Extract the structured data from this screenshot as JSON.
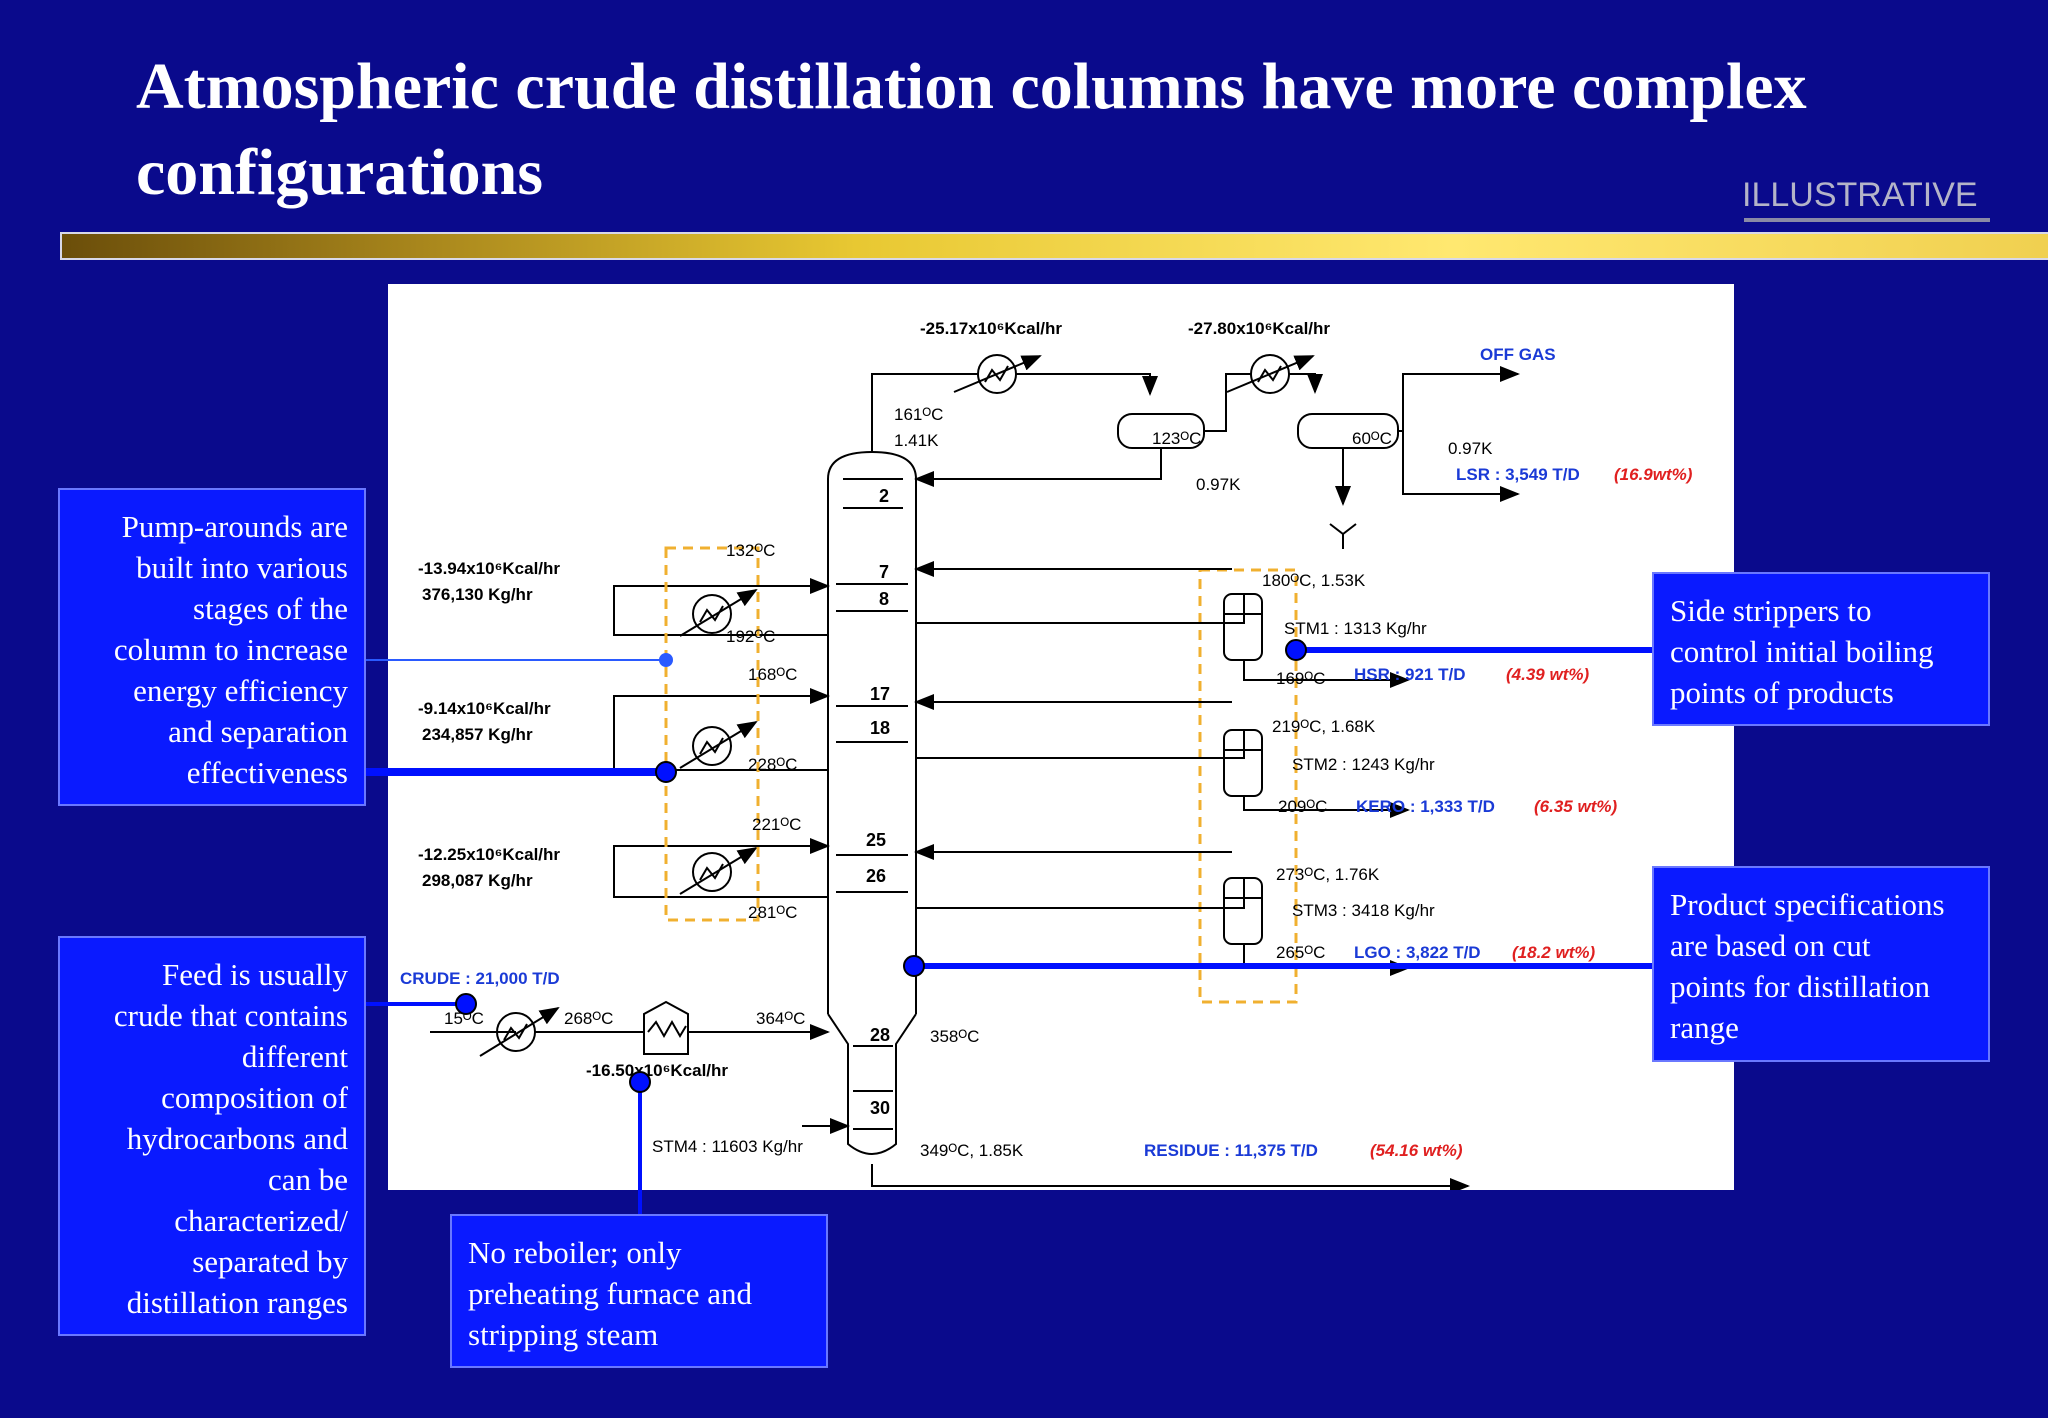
{
  "slide": {
    "title": "Atmospheric crude distillation columns have more complex configurations",
    "tag": "ILLUSTRATIVE"
  },
  "diagram": {
    "top_duty_1": "-25.17x10⁶Kcal/hr",
    "top_duty_2": "-27.80x10⁶Kcal/hr",
    "off_gas": "OFF GAS",
    "overhead_temp": "161ᴼC",
    "overhead_press": "1.41K",
    "drum1_temp": "123ᴼC",
    "drum1_press": "0.97K",
    "drum2_temp": "60ᴼC",
    "drum2_press": "0.97K",
    "lsr_label": "LSR : 3,549 T/D",
    "lsr_pct": "(16.9wt%)",
    "trays": [
      "2",
      "7",
      "8",
      "17",
      "18",
      "25",
      "26",
      "28",
      "30"
    ],
    "pa1": {
      "temp_in": "132ᴼC",
      "temp_out": "192ᴼC",
      "duty": "-13.94x10⁶Kcal/hr",
      "flow": "376,130 Kg/hr"
    },
    "pa2": {
      "temp_in": "168ᴼC",
      "temp_out": "228ᴼC",
      "duty": "-9.14x10⁶Kcal/hr",
      "flow": "234,857 Kg/hr"
    },
    "pa3": {
      "temp_in": "221ᴼC",
      "temp_out": "281ᴼC",
      "duty": "-12.25x10⁶Kcal/hr",
      "flow": "298,087 Kg/hr"
    },
    "ss1": {
      "cond": "180ᴼC, 1.53K",
      "steam": "STM1 : 1313 Kg/hr",
      "temp": "169ᴼC",
      "product": "HSR : 921 T/D",
      "pct": "(4.39 wt%)"
    },
    "ss2": {
      "cond": "219ᴼC, 1.68K",
      "steam": "STM2 : 1243 Kg/hr",
      "temp": "209ᴼC",
      "product": "KERO : 1,333 T/D",
      "pct": "(6.35 wt%)"
    },
    "ss3": {
      "cond": "273ᴼC, 1.76K",
      "steam": "STM3 : 3418 Kg/hr",
      "temp": "265ᴼC",
      "product": "LGO : 3,822 T/D",
      "pct": "(18.2 wt%)"
    },
    "crude": "CRUDE : 21,000 T/D",
    "feed_t1": "15ᴼC",
    "feed_t2": "268ᴼC",
    "feed_t3": "364ᴼC",
    "flash_temp": "358ᴼC",
    "furnace_duty": "-16.50x10⁶Kcal/hr",
    "stm4": "STM4 : 11603 Kg/hr",
    "bottom_cond": "349ᴼC, 1.85K",
    "residue": "RESIDUE : 11,375 T/D",
    "residue_pct": "(54.16 wt%)"
  },
  "callouts": {
    "pump_arounds": [
      "Pump-arounds are",
      "built into various",
      "stages of the",
      "column to increase",
      "energy efficiency",
      "and separation",
      "effectiveness"
    ],
    "feed": [
      "Feed is usually",
      "crude that contains",
      "different",
      "composition of",
      "hydrocarbons and",
      "can be",
      "characterized/",
      "separated by",
      "distillation ranges"
    ],
    "reboiler": [
      "No reboiler; only",
      "preheating furnace and",
      "stripping steam"
    ],
    "side_strippers": [
      "Side strippers to",
      "control initial boiling",
      "points of products"
    ],
    "product_specs": [
      "Product specifications",
      "are based on cut",
      "points for distillation",
      "range"
    ]
  },
  "colors": {
    "background": "#0a0a8c",
    "callout": "#0a1aff",
    "blue_text": "#1a3ad6",
    "red_text": "#e02020",
    "dashed": "#f0b030"
  }
}
